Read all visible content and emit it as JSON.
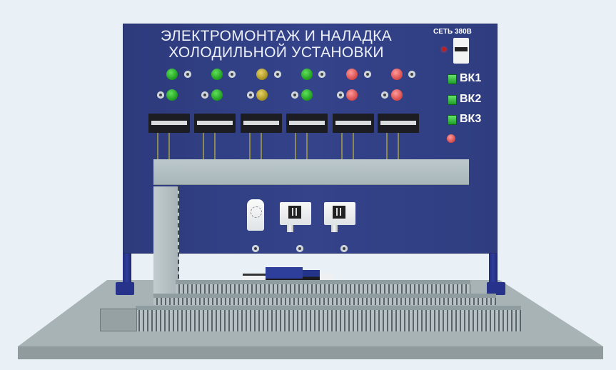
{
  "panel": {
    "title_line1": "ЭЛЕКТРОМОНТАЖ И НАЛАДКА",
    "title_line2": "ХОЛОДИЛЬНОЙ УСТАНОВКИ",
    "network_label": "СЕТЬ 380В",
    "colors": {
      "panel": "#34438a",
      "background": "#e9f1f7",
      "base": "#9aa7a8",
      "lamp_green": "#1e9a1e",
      "lamp_yellow": "#a38e1c",
      "lamp_red": "#d44848"
    }
  },
  "lamp_groups": [
    {
      "color": "green"
    },
    {
      "color": "green"
    },
    {
      "color": "yellow"
    },
    {
      "color": "green"
    },
    {
      "color": "red"
    },
    {
      "color": "red"
    }
  ],
  "switches": [
    {
      "label": "ВК1",
      "state": "on"
    },
    {
      "label": "ВК2",
      "state": "on"
    },
    {
      "label": "ВК3",
      "state": "on"
    }
  ],
  "devices": [
    {
      "name": "thermostat"
    },
    {
      "name": "pressure-relay-1"
    },
    {
      "name": "pressure-relay-2"
    }
  ]
}
